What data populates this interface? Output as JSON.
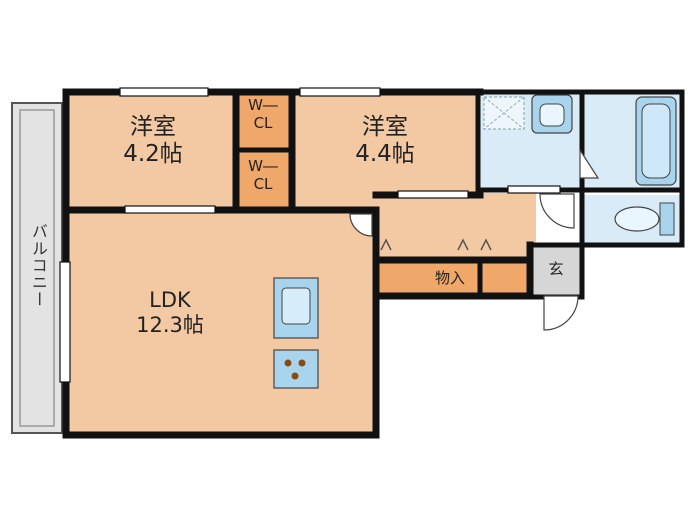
{
  "colors": {
    "room": "#f3c9a4",
    "storage": "#f0a86a",
    "wet": "#d9ebf7",
    "fixture": "#a9d4ee",
    "balcony": "#e3e3e3",
    "wall": "#111111",
    "entrance": "#d6d6d6"
  },
  "rooms": {
    "western1": {
      "name": "洋室",
      "size": "4.2帖"
    },
    "western2": {
      "name": "洋室",
      "size": "4.4帖"
    },
    "wcl_top": {
      "line1": "W―",
      "line2": "CL"
    },
    "wcl_bottom": {
      "line1": "W―",
      "line2": "CL"
    },
    "ldk": {
      "name": "LDK",
      "size": "12.3帖"
    },
    "storage": "物入",
    "entrance": "玄",
    "balcony": "バルコニー"
  }
}
